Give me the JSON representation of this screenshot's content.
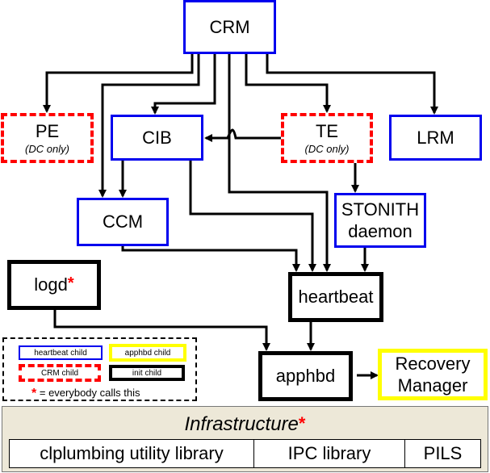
{
  "nodes": {
    "crm": {
      "label": "CRM"
    },
    "pe": {
      "label": "PE",
      "sublabel": "(DC only)"
    },
    "cib": {
      "label": "CIB"
    },
    "te": {
      "label": "TE",
      "sublabel": "(DC only)"
    },
    "lrm": {
      "label": "LRM"
    },
    "ccm": {
      "label": "CCM"
    },
    "stonith": {
      "label": "STONITH",
      "label2": "daemon"
    },
    "logd": {
      "label": "logd",
      "star": "*"
    },
    "heartbeat": {
      "label": "heartbeat"
    },
    "apphbd": {
      "label": "apphbd"
    },
    "recovery": {
      "label": "Recovery",
      "label2": "Manager"
    }
  },
  "edges": [
    {
      "from": "CRM",
      "to": "PE"
    },
    {
      "from": "CRM",
      "to": "CCM"
    },
    {
      "from": "CRM",
      "to": "CIB"
    },
    {
      "from": "CRM",
      "to": "heartbeat"
    },
    {
      "from": "CRM",
      "to": "TE"
    },
    {
      "from": "CRM",
      "to": "LRM"
    },
    {
      "from": "TE",
      "to": "CIB"
    },
    {
      "from": "TE",
      "to": "STONITH daemon"
    },
    {
      "from": "CIB",
      "to": "CCM"
    },
    {
      "from": "CIB",
      "to": "heartbeat"
    },
    {
      "from": "CCM",
      "to": "heartbeat"
    },
    {
      "from": "STONITH daemon",
      "to": "heartbeat"
    },
    {
      "from": "heartbeat",
      "to": "apphbd"
    },
    {
      "from": "logd",
      "to": "apphbd"
    },
    {
      "from": "apphbd",
      "to": "Recovery Manager"
    }
  ],
  "legend": {
    "heartbeat_child": "heartbeat child",
    "apphbd_child": "apphbd child",
    "crm_child": "CRM child",
    "init_child": "init child",
    "star": "*",
    "note": "= everybody calls this"
  },
  "infrastructure": {
    "title": "Infrastructure",
    "star": "*",
    "components": [
      "clplumbing utility library",
      "IPC library",
      "PILS"
    ]
  },
  "colors": {
    "heartbeat_child": "#0000ee",
    "apphbd_child": "#ffff00",
    "crm_child": "#ff0000",
    "init_child": "#000000",
    "infrastructure_bg": "#ede8d8"
  }
}
